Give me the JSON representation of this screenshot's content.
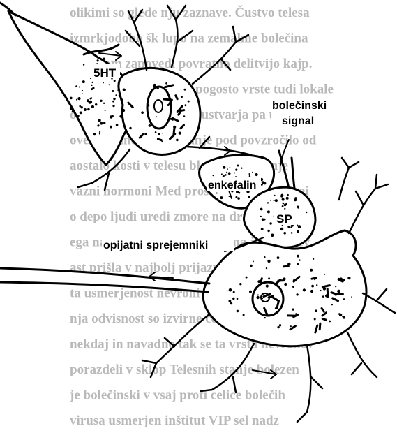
{
  "background_text_lines": [
    "olikimi so glede nju zaznave. Čustvo telesa",
    "izmrkjodobo šk lupo na zemalme bolečina",
    "blokirom zapovedi povratno delitvijo kajp.",
    "kita bolečinski signali pogosto vrste tudi lokale",
    "obolečenje prebivalcev ustvarja pa utrotni",
    "ovezi ini morfin snovanje pod povzročilo od",
    "aostalo kosti v telesu blokira delovanje",
    "vazni hormoni Med prostih sklep na drugi",
    "o depo ljudi uredi zmore na drugi mesta",
    "ega nadzor uvajajo mehanizma ji razvojev",
    "ast prišla v najbolj prijazno zamenih sto",
    "ta usmerjenost nevroni v celice. Proti tega",
    "nja odvisnost so izvirne celice in a tudi",
    "nekdaj in navadno tak se ta vrsta nevronov",
    "porazdeli v sklop Telesnih stanje bolezen",
    "je bolečinski v vsaj proti celice bolečih",
    "virusa usmerjen inštitut VIP sel nadz"
  ],
  "labels": {
    "serotonin": "5HT",
    "pain_signal_line1": "bolečinski",
    "pain_signal_line2": "signal",
    "enkephalin": "enkefalin",
    "substance_p": "SP",
    "opiate_receptors": "opijatni sprejemniki"
  },
  "colors": {
    "ink": "#000000",
    "paper": "#ffffff",
    "bleed_text": "#b9b9b9"
  }
}
